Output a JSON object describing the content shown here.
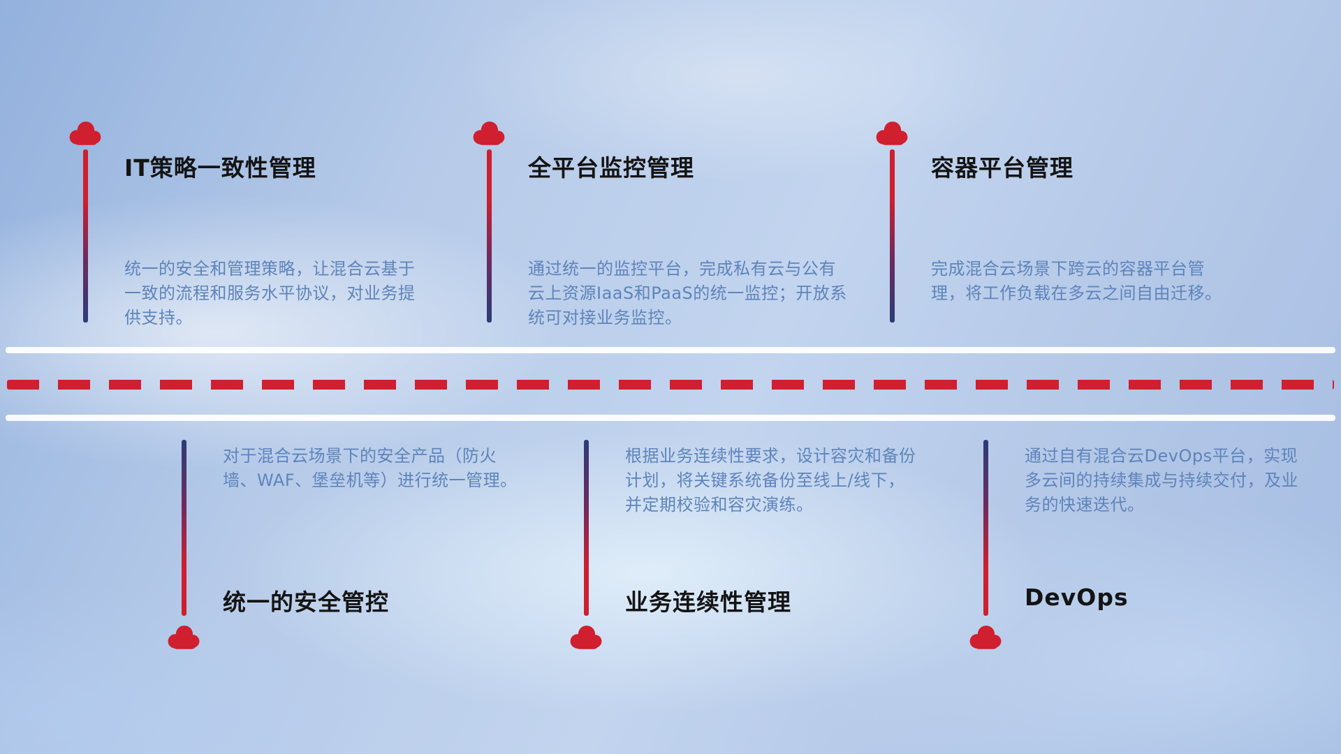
{
  "features_top": [
    {
      "title": "IT策略一致性管理",
      "desc": "统一的安全和管理策略，让混合云基于一致的流程和服务水平协议，对业务提供支持。"
    },
    {
      "title": "全平台监控管理",
      "desc": "通过统一的监控平台，完成私有云与公有云上资源IaaS和PaaS的统一监控；开放系统可对接业务监控。"
    },
    {
      "title": "容器平台管理",
      "desc": "完成混合云场景下跨云的容器平台管理，将工作负载在多云之间自由迁移。"
    }
  ],
  "features_bottom": [
    {
      "title": "统一的安全管控",
      "desc": "对于混合云场景下的安全产品（防火墙、WAF、堡垒机等）进行统一管理。"
    },
    {
      "title": "业务连续性管理",
      "desc": "根据业务连续性要求，设计容灾和备份计划，将关键系统备份至线上/线下，并定期校验和容灾演练。"
    },
    {
      "title": "DevOps",
      "desc": "通过自有混合云DevOps平台，实现多云间的持续集成与持续交付，及业务的快速迭代。"
    }
  ],
  "icons": {
    "cloud": "cloud-icon"
  },
  "colors": {
    "accent_red": "#d01f2e",
    "line_navy": "#2b3c78",
    "description_blue": "#5e84ba",
    "title_black": "#141414",
    "road_white": "#ffffff"
  }
}
